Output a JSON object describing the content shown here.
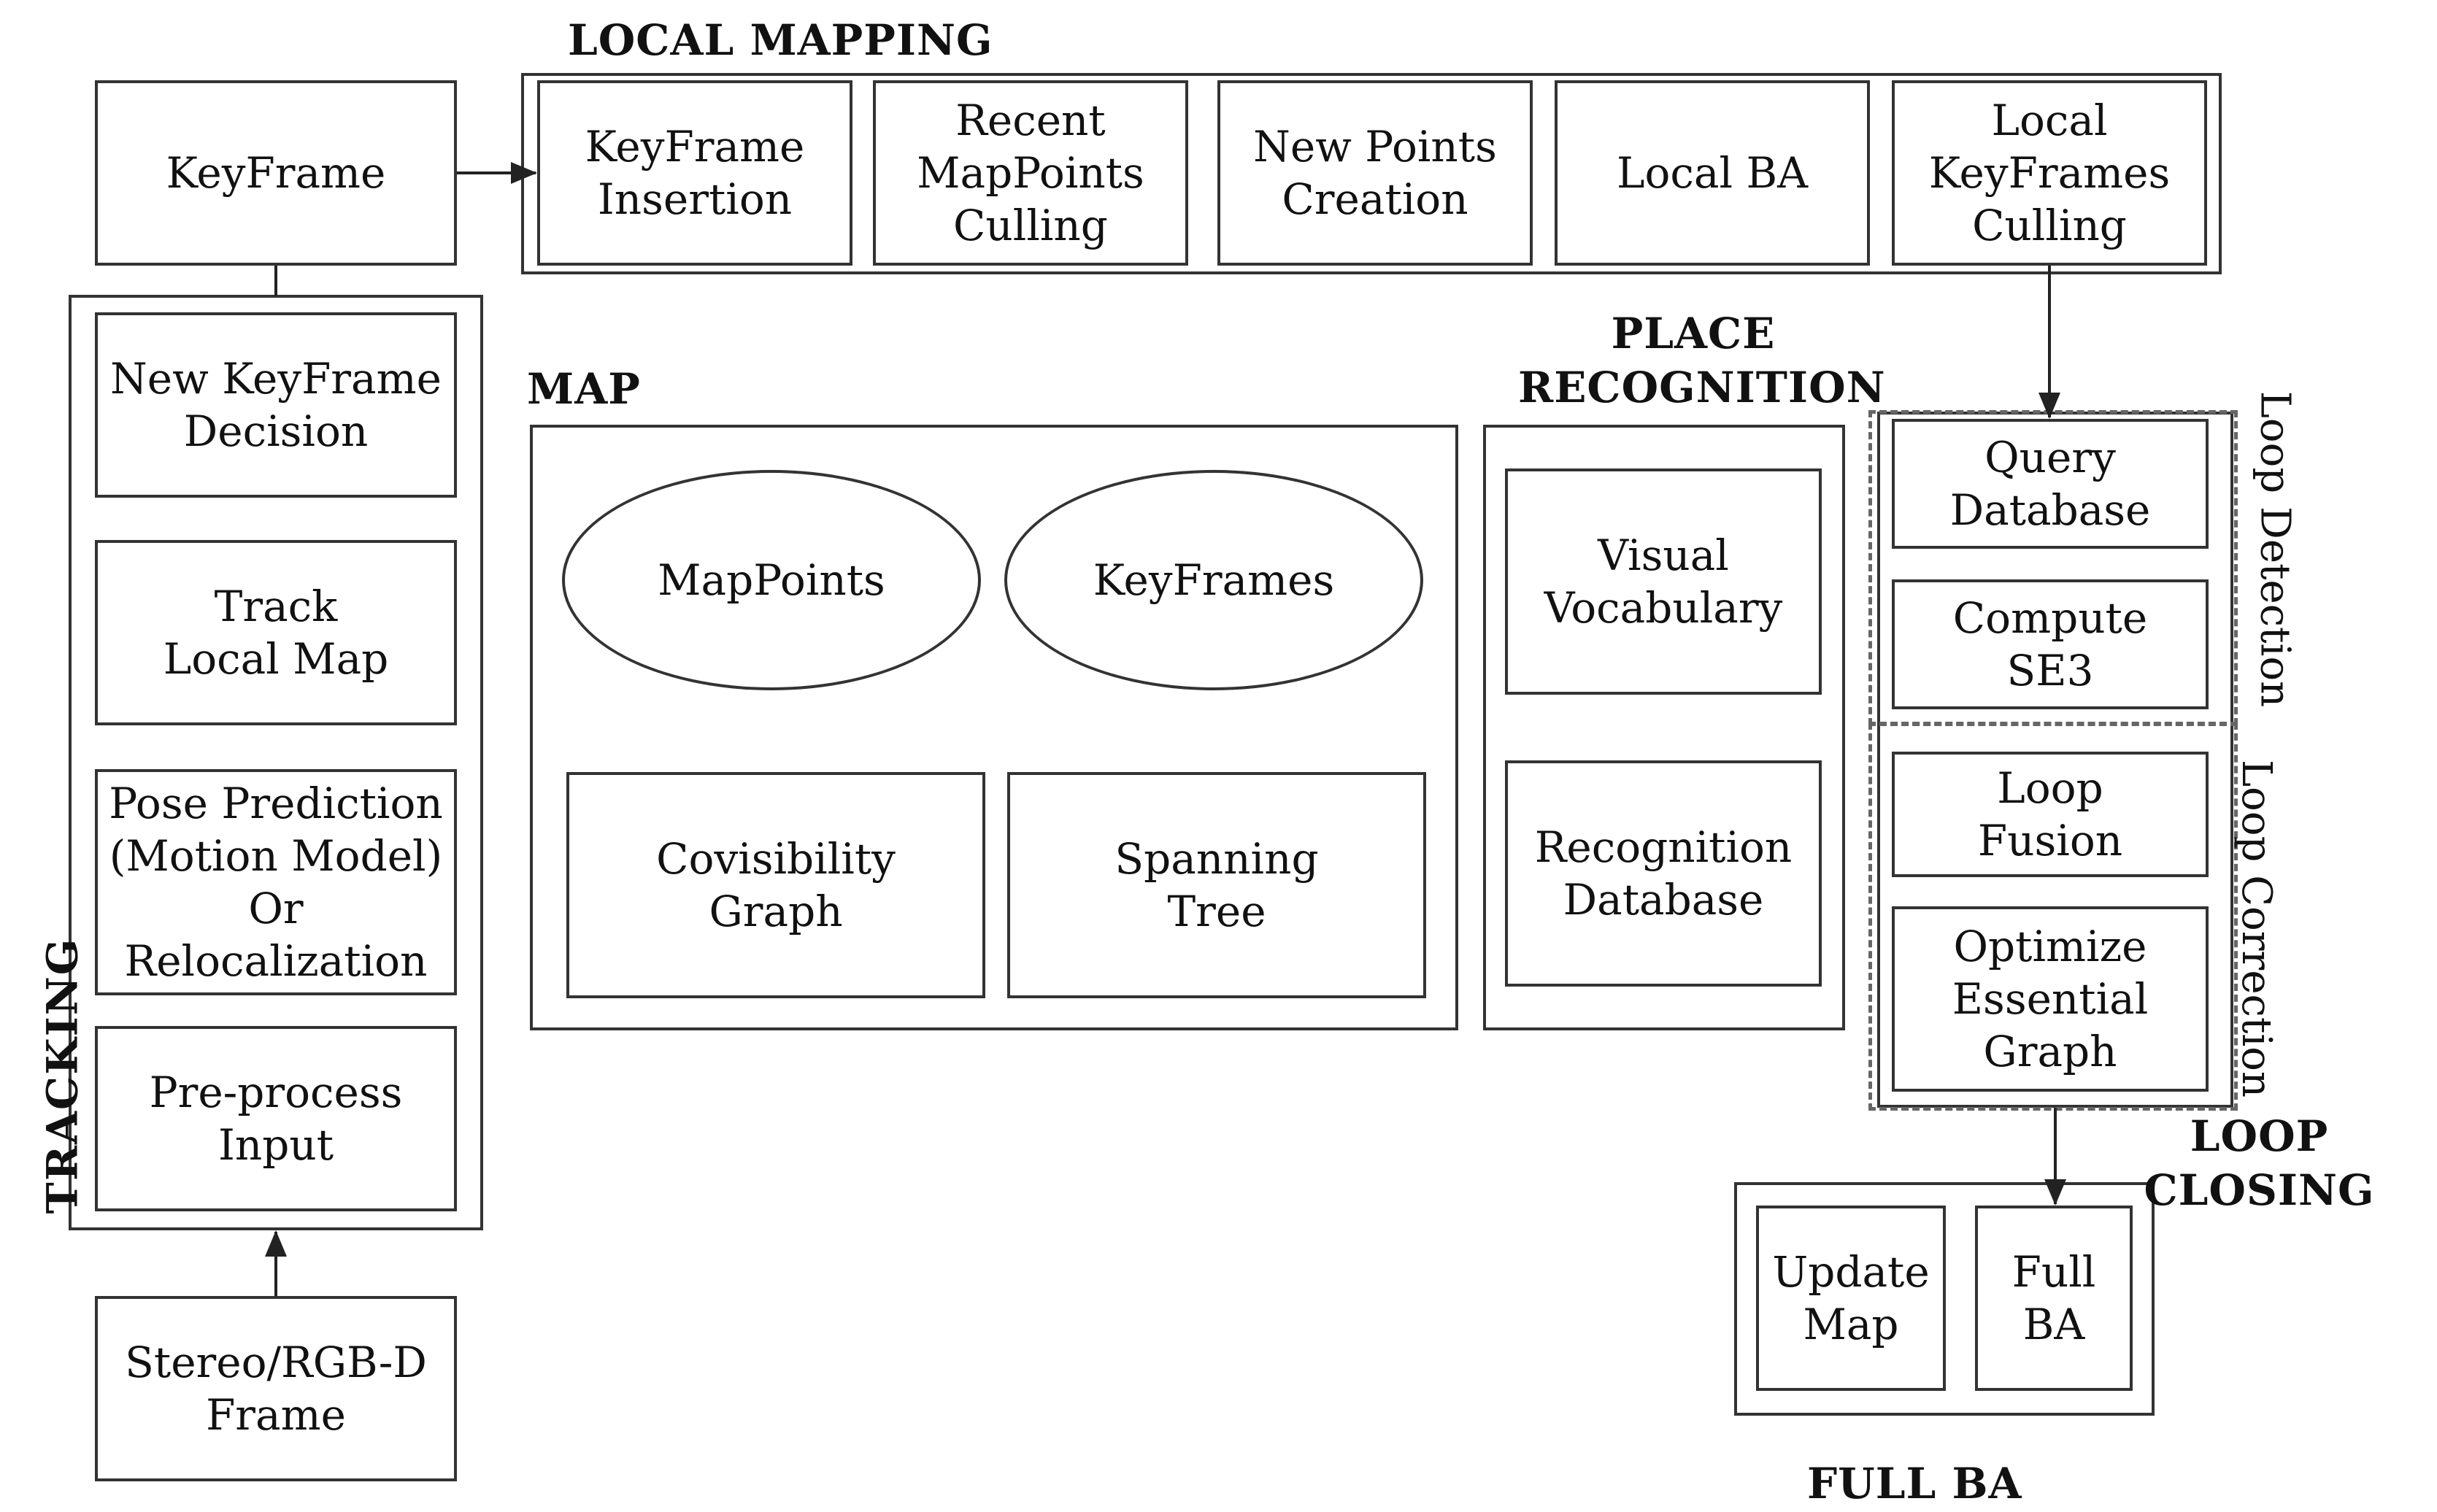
{
  "headings": {
    "local_mapping": "LOCAL MAPPING",
    "map": "MAP",
    "place_recognition": "PLACE\nRECOGNITION",
    "loop_closing": "LOOP CLOSING",
    "full_ba": "FULL BA",
    "tracking": "TRACKING",
    "loop_detection": "Loop Detection",
    "loop_correction": "Loop Correction"
  },
  "nodes": {
    "keyframe": "KeyFrame",
    "keyframe_insertion": "KeyFrame\nInsertion",
    "recent_mappoints_culling": "Recent\nMapPoints\nCulling",
    "new_points_creation": "New Points\nCreation",
    "local_ba": "Local BA",
    "local_keyframes_culling": "Local\nKeyFrames\nCulling",
    "new_keyframe_decision": "New KeyFrame\nDecision",
    "track_local_map": "Track\nLocal Map",
    "pose_prediction": "Pose Prediction\n(Motion Model)\nOr\nRelocalization",
    "preprocess_input": "Pre-process\nInput",
    "stereo_rgbd_frame": "Stereo/RGB-D\nFrame",
    "mappoints": "MapPoints",
    "keyframes": "KeyFrames",
    "covisibility_graph": "Covisibility\nGraph",
    "spanning_tree": "Spanning\nTree",
    "visual_vocabulary": "Visual\nVocabulary",
    "recognition_database": "Recognition\nDatabase",
    "query_database": "Query\nDatabase",
    "compute_se3": "Compute\nSE3",
    "loop_fusion": "Loop\nFusion",
    "optimize_essential_graph": "Optimize\nEssential\nGraph",
    "update_map": "Update\nMap",
    "full_ba_node": "Full\nBA"
  }
}
